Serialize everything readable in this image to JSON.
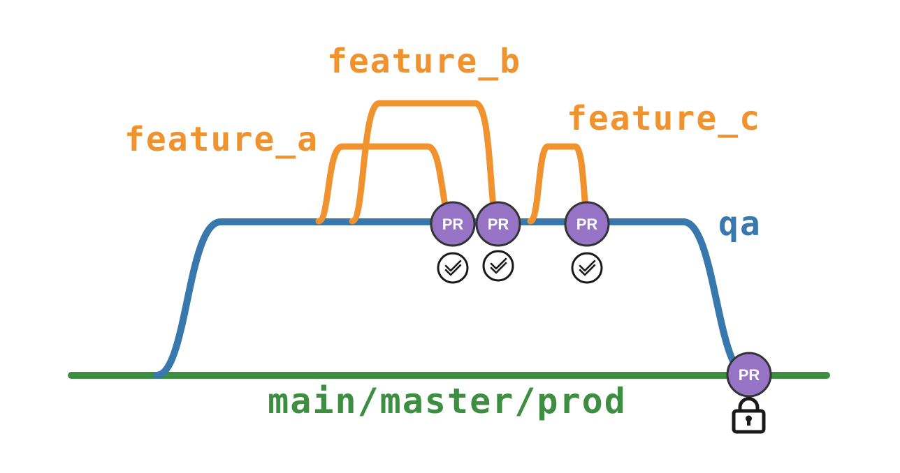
{
  "colors": {
    "background": "#ffffff",
    "main": "#3e8e41",
    "qa": "#3878ad",
    "feature": "#f0922e",
    "pr_fill": "#9673c5",
    "pr_stroke": "#333333",
    "pr_text": "#ffffff",
    "icon_stroke": "#1a1a1a",
    "icon_fill": "#ffffff"
  },
  "branches": {
    "main": {
      "label": "main/master/prod"
    },
    "qa": {
      "label": "qa"
    },
    "feature_a": {
      "label": "feature_a"
    },
    "feature_b": {
      "label": "feature_b"
    },
    "feature_c": {
      "label": "feature_c"
    }
  },
  "badges": {
    "pr1": {
      "label": "PR"
    },
    "pr2": {
      "label": "PR"
    },
    "pr3": {
      "label": "PR"
    },
    "pr4": {
      "label": "PR"
    }
  },
  "icons": {
    "checks": "checks-passed",
    "lock": "branch-protection-lock"
  }
}
